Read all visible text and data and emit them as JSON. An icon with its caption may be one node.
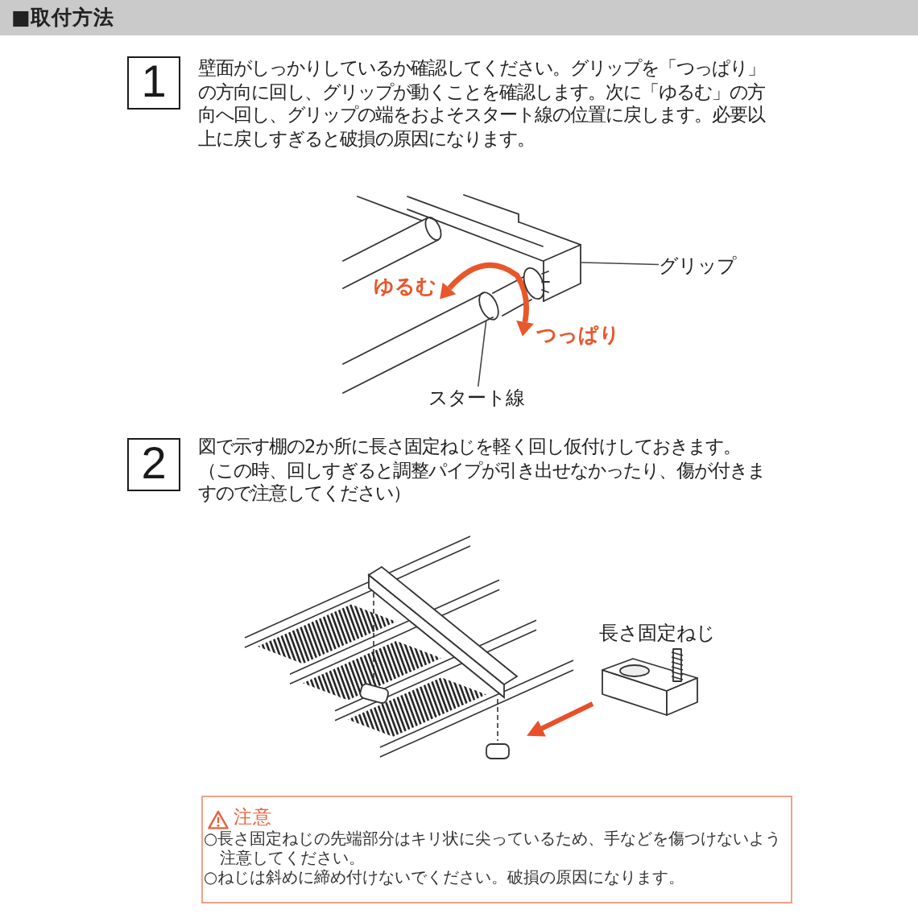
{
  "diagram": {
    "title": "■取付方法",
    "nodes": [
      {
        "text": [
          "1"
        ]
      },
      {
        "text": [
          "グリップ"
        ]
      },
      {
        "text": [],
        "shape": "picture"
      },
      {
        "text": [],
        "shape": "circle"
      },
      {
        "text": [
          "スタート線"
        ]
      },
      {
        "text": [
          "2"
        ]
      },
      {
        "text": [
          "注意",
          "○長さ固定ねじの先端部分はキリ状に尖っているため、手などを傷つけないよう注意してください。",
          "○ねじは斜めに締め付けないでください。破損の原因になります。"
        ]
      }
    ],
    "edges": [
      {
        "from": 1,
        "to": 2,
        "arrow": "none"
      },
      {
        "from": 4,
        "to": 3,
        "arrow": "none"
      }
    ],
    "labels": [
      "壁面がしっかりしているか確認してください。グリップを「つっぱり」の方向に回し、グリップが動くことを確認します。次に「ゆるむ」の方向へ回し、グリップの端をおよそスタート線の位置に戻します。必要以上に戻しすぎると破損の原因になります。",
      "ゆるむ",
      "つっぱり",
      "図で示す棚の2か所に長さ固定ねじを軽く回し仮付けしておきます。（この時、回しすぎると調整パイプが引き出せなかったり、傷が付きますので注意してください）",
      "長さ固定ねじ"
    ]
  }
}
